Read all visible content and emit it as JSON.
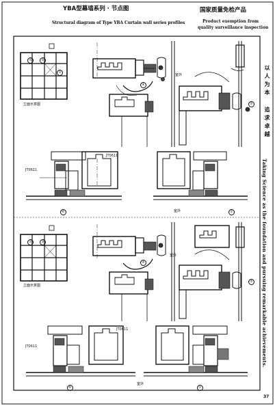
{
  "header": {
    "title_cn": "YBA型幕墙系列 · 节点图",
    "title_en": "Structural diagram of Type YBA Curtain wall series profiles",
    "cert_cn": "国家质量免检产品",
    "cert_en_line1": "Product exemption from",
    "cert_en_line2": "quality surveillance inspection"
  },
  "sidebar": {
    "slogan_1": "以人为本",
    "slogan_2": "追求卓越",
    "slogan_en": "Taking Science as the foundation and pursuing remarkable achievements."
  },
  "labels": {
    "elevation_top": "立面示意图",
    "elevation_bottom": "立面示意图",
    "outdoor": "室外",
    "profile_code": "JT0611",
    "callouts": [
      "①",
      "②",
      "③",
      "④",
      "⑤",
      "⑥"
    ]
  },
  "page_number": "37"
}
